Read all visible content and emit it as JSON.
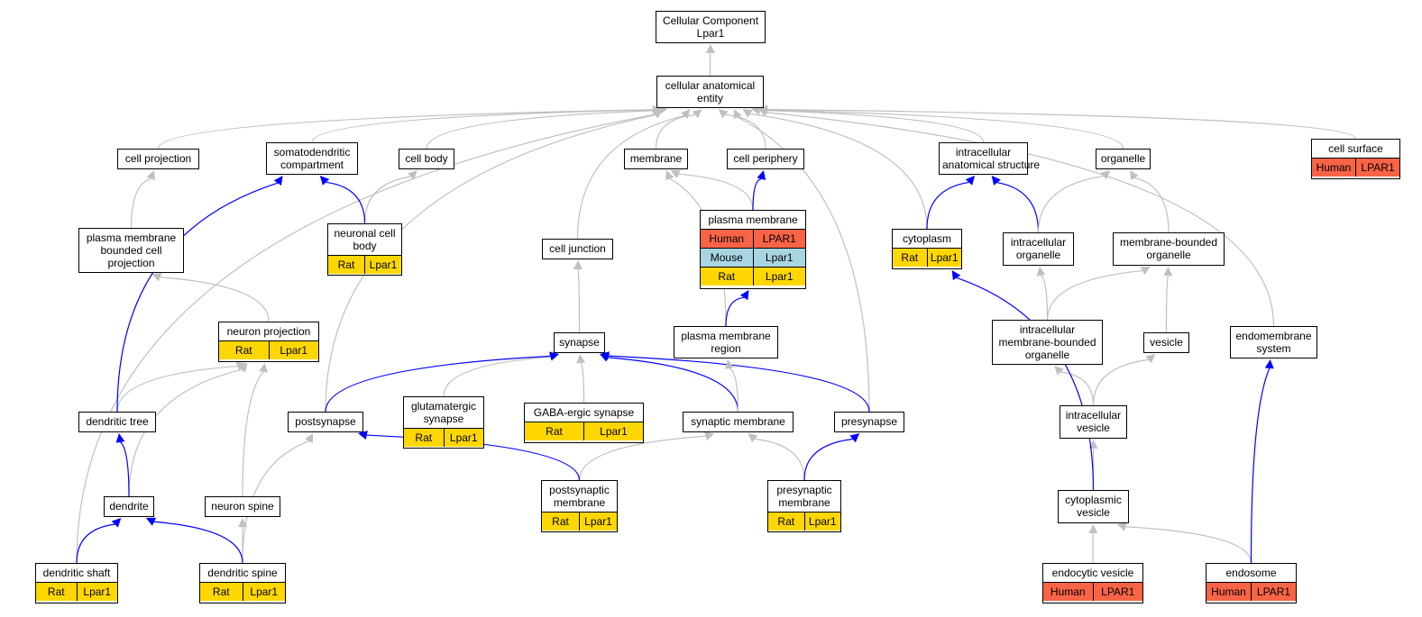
{
  "colors": {
    "human": "#f96446",
    "mouse": "#a8d5e2",
    "rat": "#ffd700",
    "isa": "#c0c0c0",
    "part_of": "#0000ff"
  },
  "nodes": {
    "root": {
      "label": "Cellular Component\nLpar1"
    },
    "cae": {
      "label": "cellular anatomical\nentity"
    },
    "cellproj": {
      "label": "cell projection"
    },
    "somato": {
      "label": "somatodendritic\ncompartment"
    },
    "cellbody": {
      "label": "cell body"
    },
    "membrane": {
      "label": "membrane"
    },
    "periphery": {
      "label": "cell periphery"
    },
    "intra": {
      "label": "intracellular\nanatomical structure"
    },
    "organelle": {
      "label": "organelle"
    },
    "surface": {
      "label": "cell surface",
      "annotations": [
        [
          "Human",
          "LPAR1"
        ]
      ]
    },
    "pmbcp": {
      "label": "plasma membrane\nbounded cell\nprojection"
    },
    "ncb": {
      "label": "neuronal cell\nbody",
      "annotations": [
        [
          "Rat",
          "Lpar1"
        ]
      ]
    },
    "pm": {
      "label": "plasma membrane",
      "annotations": [
        [
          "Human",
          "LPAR1"
        ],
        [
          "Mouse",
          "Lpar1"
        ],
        [
          "Rat",
          "Lpar1"
        ]
      ]
    },
    "cytoplasm": {
      "label": "cytoplasm",
      "annotations": [
        [
          "Rat",
          "Lpar1"
        ]
      ]
    },
    "intorg": {
      "label": "intracellular\norganelle"
    },
    "mbo": {
      "label": "membrane-bounded\norganelle"
    },
    "junction": {
      "label": "cell junction"
    },
    "nproj": {
      "label": "neuron projection",
      "annotations": [
        [
          "Rat",
          "Lpar1"
        ]
      ]
    },
    "synapse": {
      "label": "synapse"
    },
    "pmr": {
      "label": "plasma membrane\nregion"
    },
    "imbo": {
      "label": "intracellular\nmembrane-bounded\norganelle"
    },
    "vesicle": {
      "label": "vesicle"
    },
    "endomem": {
      "label": "endomembrane\nsystem"
    },
    "dtree": {
      "label": "dendritic tree"
    },
    "postsyn": {
      "label": "postsynapse"
    },
    "glut": {
      "label": "glutamatergic\nsynapse",
      "annotations": [
        [
          "Rat",
          "Lpar1"
        ]
      ]
    },
    "gaba": {
      "label": "GABA-ergic synapse",
      "annotations": [
        [
          "Rat",
          "Lpar1"
        ]
      ]
    },
    "synmem": {
      "label": "synaptic membrane"
    },
    "presyn": {
      "label": "presynapse"
    },
    "intves": {
      "label": "intracellular\nvesicle"
    },
    "dendrite": {
      "label": "dendrite"
    },
    "nspine": {
      "label": "neuron spine"
    },
    "postmem": {
      "label": "postsynaptic\nmembrane",
      "annotations": [
        [
          "Rat",
          "Lpar1"
        ]
      ]
    },
    "premem": {
      "label": "presynaptic\nmembrane",
      "annotations": [
        [
          "Rat",
          "Lpar1"
        ]
      ]
    },
    "cytves": {
      "label": "cytoplasmic\nvesicle"
    },
    "dshaft": {
      "label": "dendritic shaft",
      "annotations": [
        [
          "Rat",
          "Lpar1"
        ]
      ]
    },
    "dspine": {
      "label": "dendritic spine",
      "annotations": [
        [
          "Rat",
          "Lpar1"
        ]
      ]
    },
    "endocytic": {
      "label": "endocytic vesicle",
      "annotations": [
        [
          "Human",
          "LPAR1"
        ]
      ]
    },
    "endosome": {
      "label": "endosome",
      "annotations": [
        [
          "Human",
          "LPAR1"
        ]
      ]
    }
  },
  "edges": [
    {
      "from": "cae",
      "to": "root",
      "type": "is_a"
    },
    {
      "from": "cellproj",
      "to": "cae",
      "type": "is_a"
    },
    {
      "from": "somato",
      "to": "cae",
      "type": "is_a"
    },
    {
      "from": "cellbody",
      "to": "cae",
      "type": "is_a"
    },
    {
      "from": "membrane",
      "to": "cae",
      "type": "is_a"
    },
    {
      "from": "periphery",
      "to": "cae",
      "type": "is_a"
    },
    {
      "from": "intra",
      "to": "cae",
      "type": "is_a"
    },
    {
      "from": "organelle",
      "to": "cae",
      "type": "is_a"
    },
    {
      "from": "surface",
      "to": "cae",
      "type": "is_a"
    },
    {
      "from": "junction",
      "to": "cae",
      "type": "is_a"
    },
    {
      "from": "postsyn",
      "to": "cae",
      "type": "is_a"
    },
    {
      "from": "presyn",
      "to": "cae",
      "type": "is_a"
    },
    {
      "from": "cytoplasm",
      "to": "cae",
      "type": "is_a"
    },
    {
      "from": "endomem",
      "to": "cae",
      "type": "is_a"
    },
    {
      "from": "dshaft",
      "to": "cae",
      "type": "is_a"
    },
    {
      "from": "pmbcp",
      "to": "cellproj",
      "type": "is_a"
    },
    {
      "from": "nproj",
      "to": "pmbcp",
      "type": "is_a"
    },
    {
      "from": "ncb",
      "to": "cellbody",
      "type": "is_a"
    },
    {
      "from": "ncb",
      "to": "somato",
      "type": "part_of"
    },
    {
      "from": "pm",
      "to": "membrane",
      "type": "is_a"
    },
    {
      "from": "pm",
      "to": "periphery",
      "type": "part_of"
    },
    {
      "from": "pmr",
      "to": "membrane",
      "type": "is_a"
    },
    {
      "from": "pmr",
      "to": "pm",
      "type": "part_of"
    },
    {
      "from": "cytoplasm",
      "to": "intra",
      "type": "part_of"
    },
    {
      "from": "intorg",
      "to": "intra",
      "type": "part_of"
    },
    {
      "from": "intorg",
      "to": "organelle",
      "type": "is_a"
    },
    {
      "from": "mbo",
      "to": "organelle",
      "type": "is_a"
    },
    {
      "from": "imbo",
      "to": "intorg",
      "type": "is_a"
    },
    {
      "from": "imbo",
      "to": "mbo",
      "type": "is_a"
    },
    {
      "from": "vesicle",
      "to": "mbo",
      "type": "is_a"
    },
    {
      "from": "intves",
      "to": "imbo",
      "type": "is_a"
    },
    {
      "from": "intves",
      "to": "vesicle",
      "type": "is_a"
    },
    {
      "from": "cytves",
      "to": "intves",
      "type": "is_a"
    },
    {
      "from": "cytves",
      "to": "cytoplasm",
      "type": "part_of"
    },
    {
      "from": "endocytic",
      "to": "cytves",
      "type": "is_a"
    },
    {
      "from": "endosome",
      "to": "cytves",
      "type": "is_a"
    },
    {
      "from": "endosome",
      "to": "endomem",
      "type": "part_of"
    },
    {
      "from": "synapse",
      "to": "junction",
      "type": "is_a"
    },
    {
      "from": "glut",
      "to": "synapse",
      "type": "is_a"
    },
    {
      "from": "gaba",
      "to": "synapse",
      "type": "is_a"
    },
    {
      "from": "postsyn",
      "to": "synapse",
      "type": "part_of"
    },
    {
      "from": "synmem",
      "to": "synapse",
      "type": "part_of"
    },
    {
      "from": "presyn",
      "to": "synapse",
      "type": "part_of"
    },
    {
      "from": "synmem",
      "to": "pmr",
      "type": "is_a"
    },
    {
      "from": "postmem",
      "to": "synmem",
      "type": "is_a"
    },
    {
      "from": "postmem",
      "to": "postsyn",
      "type": "part_of"
    },
    {
      "from": "premem",
      "to": "synmem",
      "type": "is_a"
    },
    {
      "from": "premem",
      "to": "presyn",
      "type": "part_of"
    },
    {
      "from": "dtree",
      "to": "nproj",
      "type": "is_a"
    },
    {
      "from": "dtree",
      "to": "somato",
      "type": "part_of"
    },
    {
      "from": "dendrite",
      "to": "nproj",
      "type": "is_a"
    },
    {
      "from": "dendrite",
      "to": "dtree",
      "type": "part_of"
    },
    {
      "from": "nspine",
      "to": "nproj",
      "type": "is_a"
    },
    {
      "from": "dspine",
      "to": "nspine",
      "type": "is_a"
    },
    {
      "from": "dspine",
      "to": "postsyn",
      "type": "is_a"
    },
    {
      "from": "dspine",
      "to": "dendrite",
      "type": "part_of"
    },
    {
      "from": "dshaft",
      "to": "dendrite",
      "type": "part_of"
    }
  ]
}
